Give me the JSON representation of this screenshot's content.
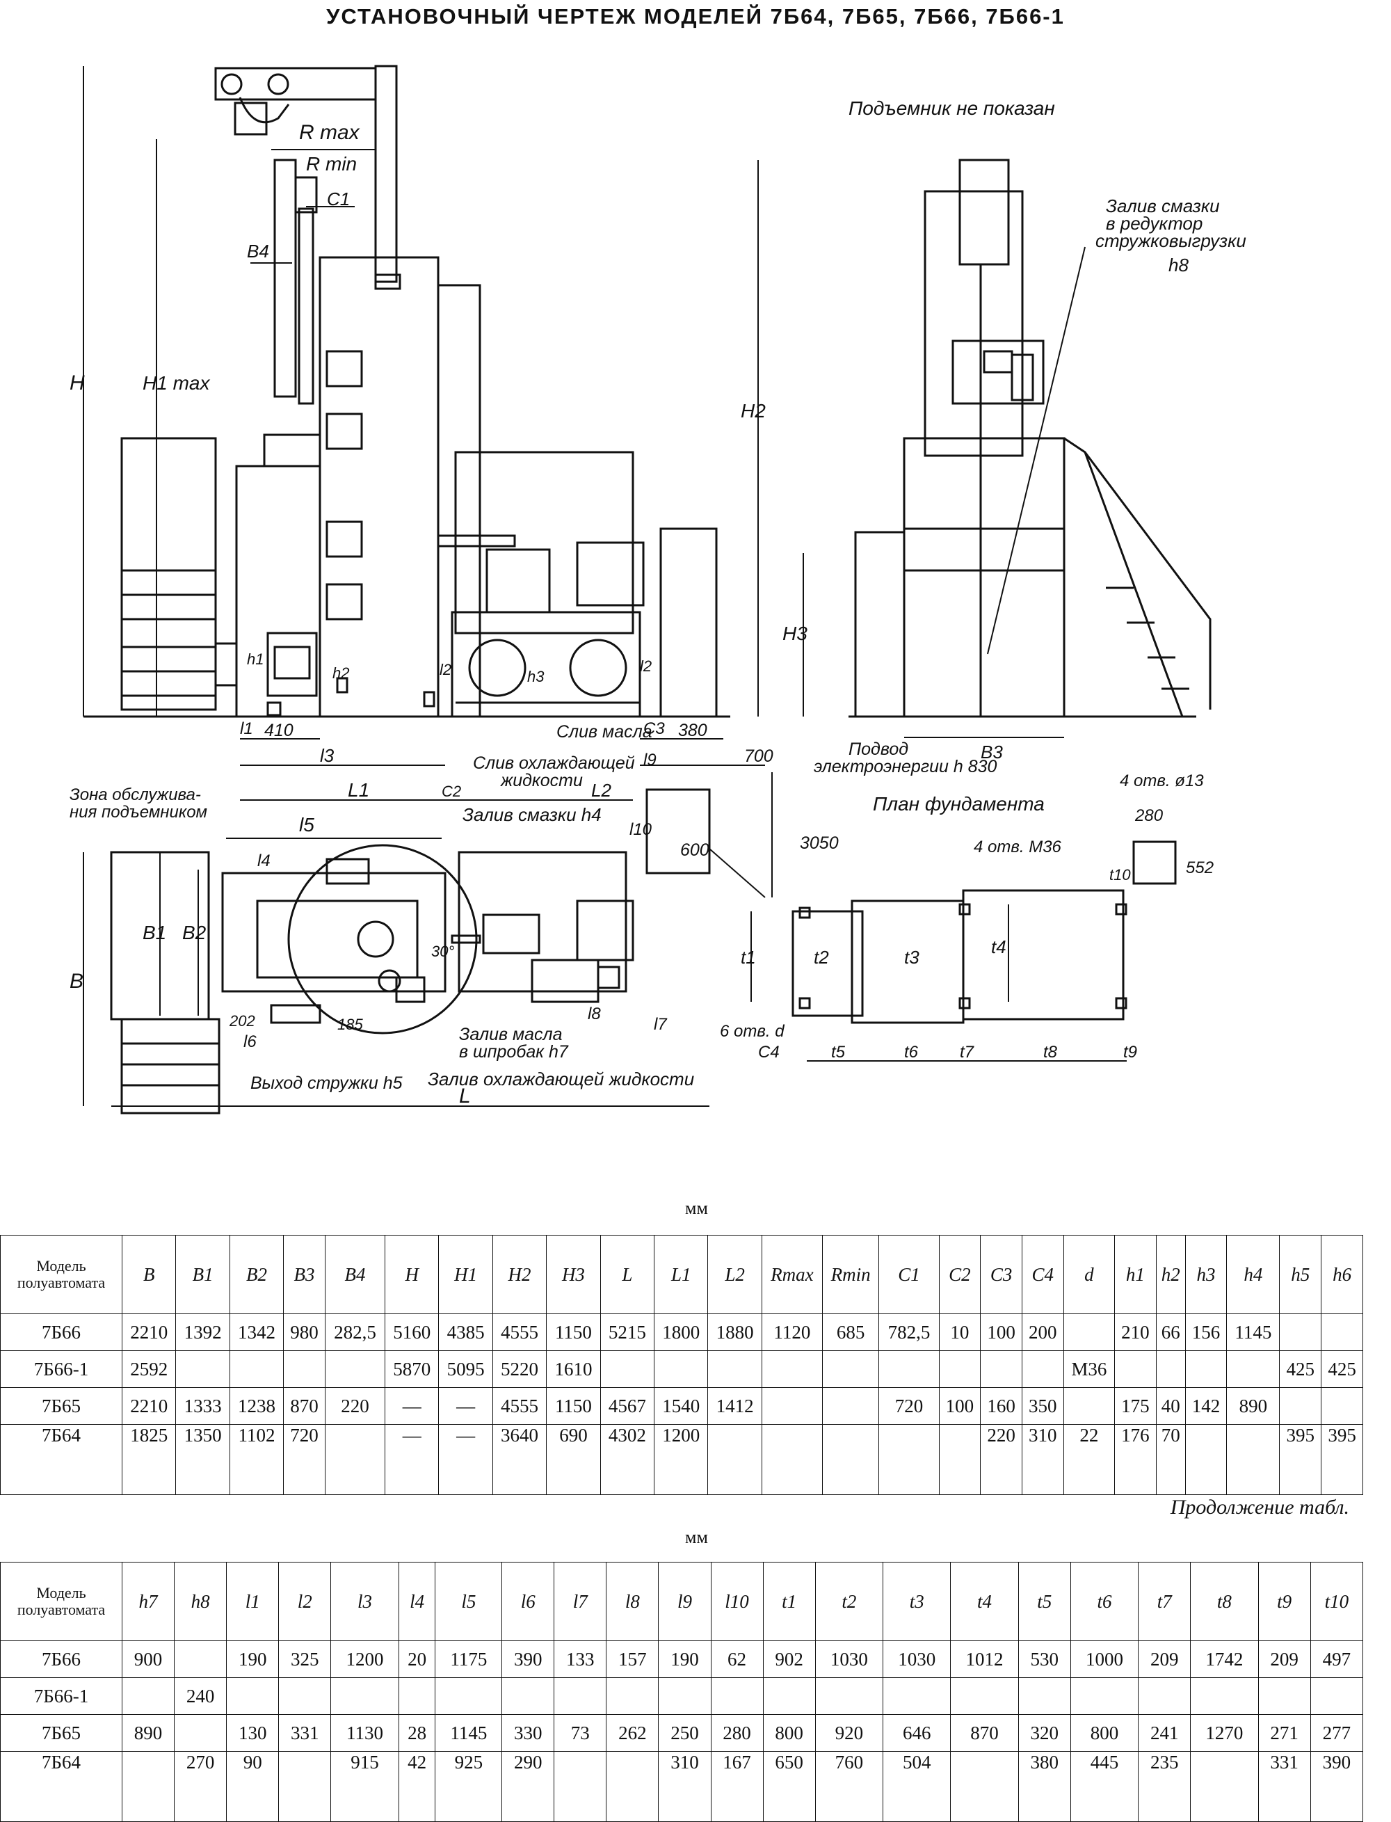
{
  "title": "УСТАНОВОЧНЫЙ ЧЕРТЕЖ МОДЕЛЕЙ 7Б64, 7Б65, 7Б66, 7Б66-1",
  "drawing": {
    "note_lift": "Подъемник не показан",
    "oil_reducer": [
      "Залив смазки",
      "в редуктор",
      "стружковыгрузки",
      "h8"
    ],
    "oil_drain": "Слив масла",
    "coolant_drain": [
      "Слив охлаждающей",
      "жидкости"
    ],
    "power_supply": [
      "Подвод",
      "электроэнергии h 830"
    ],
    "foundation_plan": "План фундамента",
    "service_zone": [
      "Зона обслужива-",
      "ния подъемником"
    ],
    "oil_fill_h4": "Залив смазки h4",
    "oil_fill_gearbox": [
      "Залив масла",
      "в шпробак h7"
    ],
    "chip_outlet": "Выход стружки h5",
    "coolant_fill": "Залив охлаждающей жидкости",
    "holes_d": "6 отв. d",
    "holes_m36": "4 отв. М36",
    "holes_13": "4 отв. ø13",
    "dims": {
      "d410": "410",
      "d380": "380",
      "d700": "700",
      "d3050": "3050",
      "d600": "600",
      "d280": "280",
      "d552": "552",
      "d202": "202",
      "d185": "185",
      "d30": "30°"
    },
    "labels": {
      "rmax": "R max",
      "rmin": "R min",
      "c1": "C1",
      "b4": "B4",
      "h": "H",
      "h1max": "H1 max",
      "h2": "H2",
      "h3": "H3",
      "b3": "B3",
      "l1": "l1",
      "l3": "l3",
      "L1": "L1",
      "L2": "L2",
      "c2": "C2",
      "c3": "C3",
      "l9": "l9",
      "l10": "l10",
      "l5": "l5",
      "l4": "l4",
      "l6": "l6",
      "l7": "l7",
      "l8": "l8",
      "L": "L",
      "B": "B",
      "B1": "B1",
      "B2": "B2",
      "sh1": "h1",
      "sh2": "h2",
      "sh3": "h3",
      "sl2a": "l2",
      "sl2b": "l2",
      "t1": "t1",
      "t2": "t2",
      "t3": "t3",
      "t4": "t4",
      "t5": "t5",
      "t6": "t6",
      "t7": "t7",
      "t8": "t8",
      "t9": "t9",
      "t10": "t10",
      "c4": "C4"
    }
  },
  "unit": "мм",
  "continuation": "Продолжение табл.",
  "table1": {
    "model_header": [
      "Модель",
      "полуавтомата"
    ],
    "headers": [
      "B",
      "B1",
      "B2",
      "B3",
      "B4",
      "H",
      "H1",
      "H2",
      "H3",
      "L",
      "L1",
      "L2",
      "Rmax",
      "Rmin",
      "C1",
      "C2",
      "C3",
      "C4",
      "d",
      "h1",
      "h2",
      "h3",
      "h4",
      "h5",
      "h6"
    ],
    "rows": [
      {
        "model": "7Б66",
        "cells": [
          "2210",
          "1392",
          "1342",
          "980",
          "282,5",
          "5160",
          "4385",
          "4555",
          "1150",
          "5215",
          "1800",
          "1880",
          "1120",
          "685",
          "782,5",
          "10",
          "100",
          "200",
          "",
          "210",
          "66",
          "156",
          "1145",
          "",
          ""
        ]
      },
      {
        "model": "7Б66-1",
        "cells": [
          "2592",
          "",
          "",
          "",
          "",
          "5870",
          "5095",
          "5220",
          "1610",
          "",
          "",
          "",
          "",
          "",
          "",
          "",
          "",
          "",
          "М36",
          "",
          "",
          "",
          "",
          "425",
          "425"
        ]
      },
      {
        "model": "7Б65",
        "cells": [
          "2210",
          "1333",
          "1238",
          "870",
          "220",
          "—",
          "—",
          "4555",
          "1150",
          "4567",
          "1540",
          "1412",
          "",
          "",
          "720",
          "100",
          "160",
          "350",
          "",
          "175",
          "40",
          "142",
          "890",
          "",
          ""
        ]
      },
      {
        "model": "7Б64",
        "cells": [
          "1825",
          "1350",
          "1102",
          "720",
          "",
          "—",
          "—",
          "3640",
          "690",
          "4302",
          "1200",
          "",
          "",
          "",
          "",
          "",
          "220",
          "310",
          "22",
          "176",
          "70",
          "",
          "",
          "395",
          "395"
        ]
      }
    ]
  },
  "table2": {
    "model_header": [
      "Модель",
      "полуавтомата"
    ],
    "headers": [
      "h7",
      "h8",
      "l1",
      "l2",
      "l3",
      "l4",
      "l5",
      "l6",
      "l7",
      "l8",
      "l9",
      "l10",
      "t1",
      "t2",
      "t3",
      "t4",
      "t5",
      "t6",
      "t7",
      "t8",
      "t9",
      "t10"
    ],
    "rows": [
      {
        "model": "7Б66",
        "cells": [
          "900",
          "",
          "190",
          "325",
          "1200",
          "20",
          "1175",
          "390",
          "133",
          "157",
          "190",
          "62",
          "902",
          "1030",
          "1030",
          "1012",
          "530",
          "1000",
          "209",
          "1742",
          "209",
          "497"
        ]
      },
      {
        "model": "7Б66-1",
        "cells": [
          "",
          "240",
          "",
          "",
          "",
          "",
          "",
          "",
          "",
          "",
          "",
          "",
          "",
          "",
          "",
          "",
          "",
          "",
          "",
          "",
          "",
          ""
        ]
      },
      {
        "model": "7Б65",
        "cells": [
          "890",
          "",
          "130",
          "331",
          "1130",
          "28",
          "1145",
          "330",
          "73",
          "262",
          "250",
          "280",
          "800",
          "920",
          "646",
          "870",
          "320",
          "800",
          "241",
          "1270",
          "271",
          "277"
        ]
      },
      {
        "model": "7Б64",
        "cells": [
          "",
          "270",
          "90",
          "",
          "915",
          "42",
          "925",
          "290",
          "",
          "",
          "310",
          "167",
          "650",
          "760",
          "504",
          "",
          "380",
          "445",
          "235",
          "",
          "331",
          "390"
        ]
      }
    ]
  }
}
